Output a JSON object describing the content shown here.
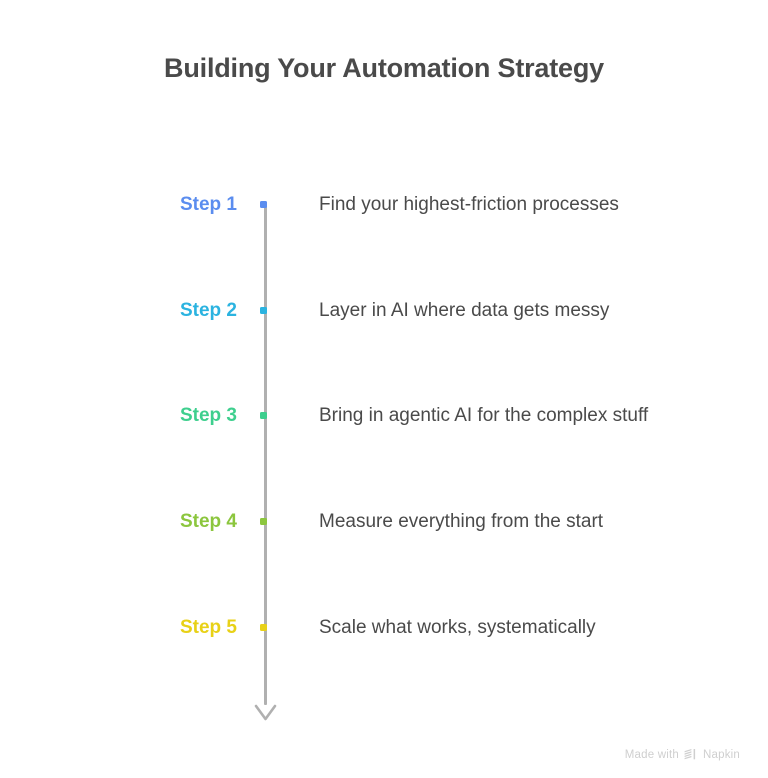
{
  "title": "Building Your Automation Strategy",
  "timeline": {
    "axis_color": "#b0b0b0",
    "arrow_icon": "arrow-down-icon",
    "steps": [
      {
        "label": "Step 1",
        "text": "Find your highest-friction processes",
        "color": "#5b8def"
      },
      {
        "label": "Step 2",
        "text": "Layer in AI where data gets messy",
        "color": "#2bb3e0"
      },
      {
        "label": "Step 3",
        "text": "Bring in agentic AI for the complex stuff",
        "color": "#3ecf8e"
      },
      {
        "label": "Step 4",
        "text": "Measure everything from the start",
        "color": "#8cc63e"
      },
      {
        "label": "Step 5",
        "text": "Scale what works, systematically",
        "color": "#e8d117"
      }
    ]
  },
  "watermark": {
    "prefix": "Made with",
    "brand": "Napkin",
    "logo_icon": "napkin-logo-icon",
    "color": "#cfcfcf"
  },
  "chart_data": {
    "type": "table",
    "title": "Building Your Automation Strategy",
    "categories": [
      "Step 1",
      "Step 2",
      "Step 3",
      "Step 4",
      "Step 5"
    ],
    "values": [
      "Find your highest-friction processes",
      "Layer in AI where data gets messy",
      "Bring in agentic AI for the complex stuff",
      "Measure everything from the start",
      "Scale what works, systematically"
    ],
    "xlabel": "",
    "ylabel": "",
    "legend": []
  }
}
